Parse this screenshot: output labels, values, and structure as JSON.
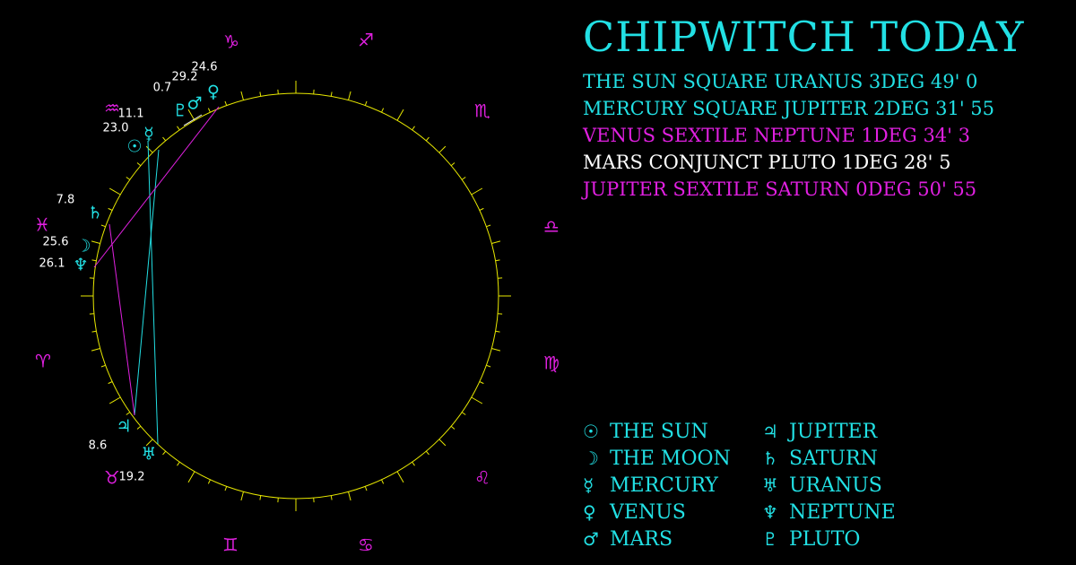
{
  "title": "CHIPWITCH TODAY",
  "colors": {
    "cyan": "#22e0e4",
    "magenta": "#e020e0",
    "white": "#ffffff",
    "yellow": "#e8e800",
    "background": "#000000"
  },
  "zodiac_signs": [
    {
      "name": "capricorn",
      "glyph": "♑",
      "icon": "capricorn-icon"
    },
    {
      "name": "sagittarius",
      "glyph": "♐",
      "icon": "sagittarius-icon"
    },
    {
      "name": "scorpio",
      "glyph": "♏",
      "icon": "scorpio-icon"
    },
    {
      "name": "libra",
      "glyph": "♎",
      "icon": "libra-icon"
    },
    {
      "name": "virgo",
      "glyph": "♍",
      "icon": "virgo-icon"
    },
    {
      "name": "leo",
      "glyph": "♌",
      "icon": "leo-icon"
    },
    {
      "name": "cancer",
      "glyph": "♋",
      "icon": "cancer-icon"
    },
    {
      "name": "gemini",
      "glyph": "♊",
      "icon": "gemini-icon"
    },
    {
      "name": "taurus",
      "glyph": "♉",
      "icon": "taurus-icon"
    },
    {
      "name": "aries",
      "glyph": "♈",
      "icon": "aries-icon"
    },
    {
      "name": "pisces",
      "glyph": "♓",
      "icon": "pisces-icon"
    },
    {
      "name": "aquarius",
      "glyph": "♒",
      "icon": "aquarius-icon"
    }
  ],
  "planet_positions": [
    {
      "planet": "pluto",
      "glyph": "♇",
      "degree": "0.7"
    },
    {
      "planet": "mars",
      "glyph": "♂",
      "degree": "29.2"
    },
    {
      "planet": "venus",
      "glyph": "♀",
      "degree": "24.6"
    },
    {
      "planet": "mercury",
      "glyph": "☿",
      "degree": "11.1"
    },
    {
      "planet": "sun",
      "glyph": "☉",
      "degree": "23.0"
    },
    {
      "planet": "saturn",
      "glyph": "♄",
      "degree": "7.8"
    },
    {
      "planet": "moon",
      "glyph": "☽",
      "degree": "25.6"
    },
    {
      "planet": "neptune",
      "glyph": "♆",
      "degree": "26.1"
    },
    {
      "planet": "jupiter",
      "glyph": "♃",
      "degree": "8.6"
    },
    {
      "planet": "uranus",
      "glyph": "♅",
      "degree": "19.2"
    }
  ],
  "aspects": [
    {
      "text": "THE SUN SQUARE URANUS 3DEG 49' 0",
      "color": "#22e0e4"
    },
    {
      "text": "MERCURY SQUARE JUPITER 2DEG 31' 55",
      "color": "#22e0e4"
    },
    {
      "text": "VENUS SEXTILE NEPTUNE 1DEG 34' 3",
      "color": "#e020e0"
    },
    {
      "text": "MARS CONJUNCT PLUTO 1DEG 28' 5",
      "color": "#ffffff"
    },
    {
      "text": "JUPITER SEXTILE SATURN 0DEG 50' 55",
      "color": "#e020e0"
    }
  ],
  "legend": [
    [
      {
        "glyph": "☉",
        "label": "THE SUN",
        "icon": "sun-icon"
      },
      {
        "glyph": "☽",
        "label": "THE MOON",
        "icon": "moon-icon"
      },
      {
        "glyph": "☿",
        "label": "MERCURY",
        "icon": "mercury-icon"
      },
      {
        "glyph": "♀",
        "label": "VENUS",
        "icon": "venus-icon"
      },
      {
        "glyph": "♂",
        "label": "MARS",
        "icon": "mars-icon"
      }
    ],
    [
      {
        "glyph": "♃",
        "label": "JUPITER",
        "icon": "jupiter-icon"
      },
      {
        "glyph": "♄",
        "label": "SATURN",
        "icon": "saturn-icon"
      },
      {
        "glyph": "♅",
        "label": "URANUS",
        "icon": "uranus-icon"
      },
      {
        "glyph": "♆",
        "label": "NEPTUNE",
        "icon": "neptune-icon"
      },
      {
        "glyph": "♇",
        "label": "PLUTO",
        "icon": "pluto-icon"
      }
    ]
  ]
}
